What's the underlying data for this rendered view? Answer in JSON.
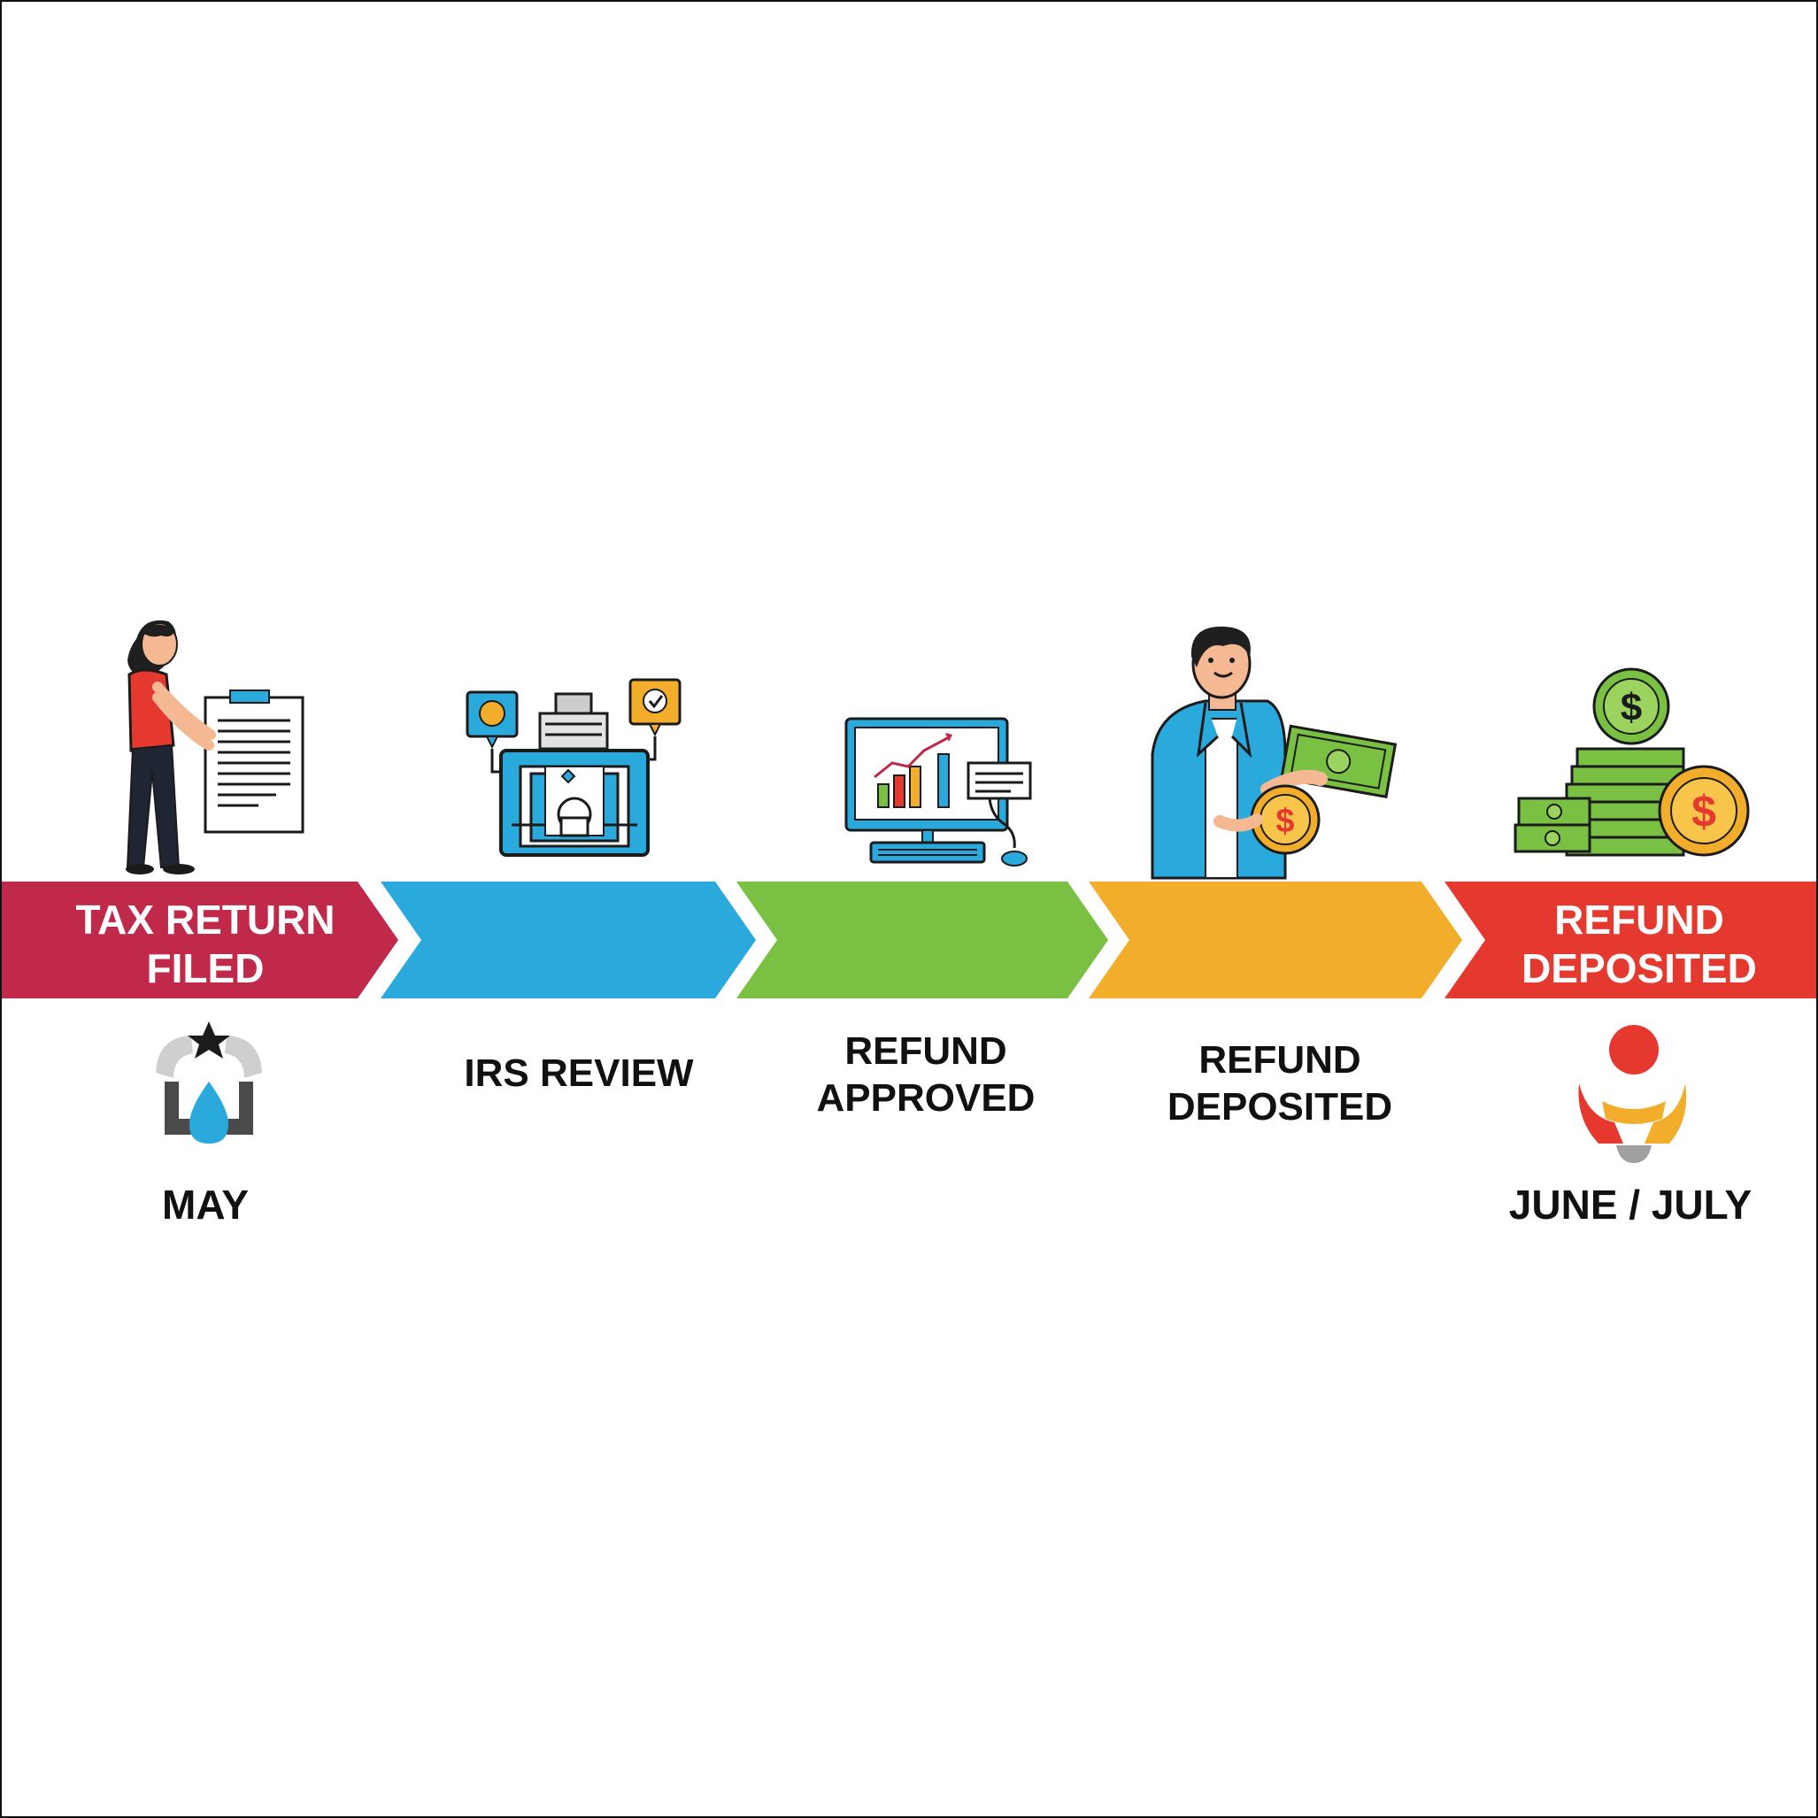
{
  "colors": {
    "step1": "#c0294a",
    "step2": "#2aa9dc",
    "step3": "#7ac043",
    "step4": "#f2ad2a",
    "step5": "#e5392f"
  },
  "steps": [
    {
      "band_label": "TAX RETURN\nFILED",
      "caption": "",
      "date": "MAY",
      "illustration": "woman-holding-document-icon",
      "marker": "water-drop-star-icon"
    },
    {
      "band_label": "",
      "caption": "IRS REVIEW",
      "date": "",
      "illustration": "printer-scanner-icon"
    },
    {
      "band_label": "",
      "caption": "REFUND\nAPPROVED",
      "date": "",
      "illustration": "computer-chart-icon"
    },
    {
      "band_label": "",
      "caption": "REFUND\nDEPOSITED",
      "date": "",
      "illustration": "man-holding-money-icon"
    },
    {
      "band_label": "REFUND\nDEPOSITED",
      "caption": "",
      "date": "JUNE / JULY",
      "illustration": "money-stack-coins-icon",
      "marker": "person-abstract-icon"
    }
  ]
}
